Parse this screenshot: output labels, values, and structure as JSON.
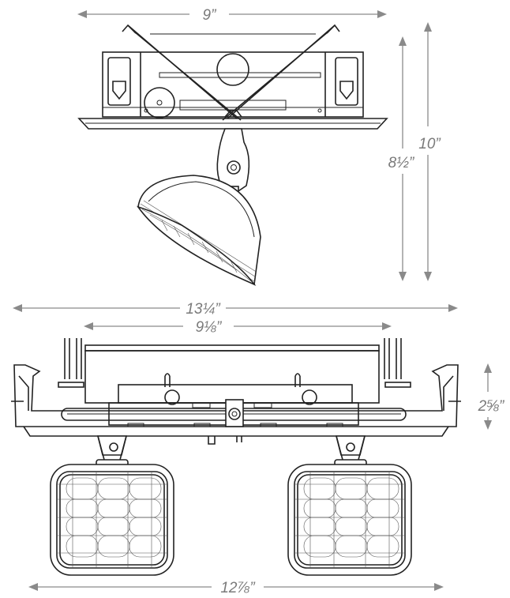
{
  "dimensions": {
    "top_width": "9”",
    "top_height_total": "10”",
    "top_height_partial": "8½”",
    "bottom_overall_width": "13¼”",
    "bottom_inner_width": "9⅛”",
    "bottom_depth": "2⅝”",
    "bottom_heads_width": "12⅞”"
  }
}
